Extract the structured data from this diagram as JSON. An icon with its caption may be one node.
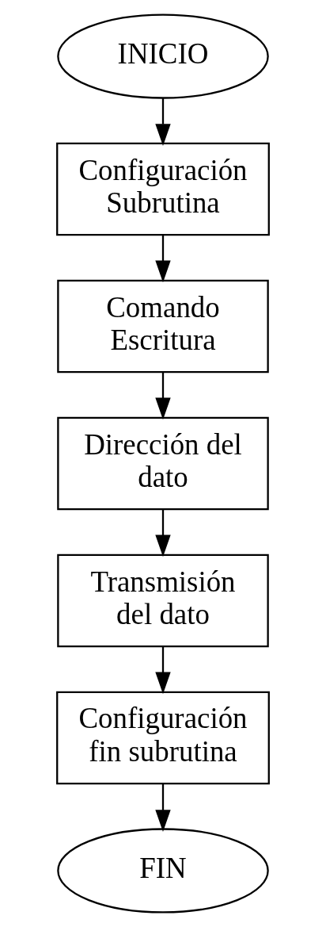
{
  "diagram": {
    "nodes": [
      {
        "text": [
          "INICIO"
        ]
      },
      {
        "text": [
          "Configuración Subrutina"
        ]
      },
      {
        "text": [
          "Comando Escritura"
        ]
      },
      {
        "text": [
          "Dirección del dato"
        ]
      },
      {
        "text": [
          "Transmisión del dato"
        ]
      },
      {
        "text": [
          "Configuración fin subrutina"
        ]
      },
      {
        "text": [
          "FIN"
        ]
      }
    ],
    "edges": [
      {
        "from": 0,
        "to": 1,
        "arrow": "to"
      },
      {
        "from": 1,
        "to": 2,
        "arrow": "to"
      },
      {
        "from": 2,
        "to": 3,
        "arrow": "to"
      },
      {
        "from": 3,
        "to": 4,
        "arrow": "to"
      },
      {
        "from": 4,
        "to": 5,
        "arrow": "to"
      },
      {
        "from": 5,
        "to": 6,
        "arrow": "to"
      }
    ]
  }
}
